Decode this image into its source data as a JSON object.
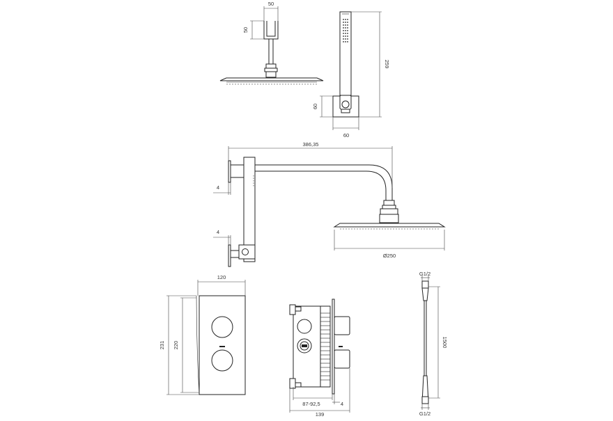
{
  "dimensions": {
    "elbow_width": "50",
    "elbow_height": "50",
    "handshower_length": "259",
    "holder_height": "60",
    "holder_width": "60",
    "arm_reach": "386,35",
    "flange_top": "4",
    "flange_bottom": "4",
    "head_diameter": "Ø250",
    "plate_width": "120",
    "plate_height_outer": "231",
    "plate_height_inner": "220",
    "body_depth_range": "87-92,5",
    "plate_thickness": "4",
    "body_total_depth": "139",
    "hose_thread_top": "G1/2",
    "hose_length": "1500",
    "hose_thread_bottom": "G1/2"
  }
}
